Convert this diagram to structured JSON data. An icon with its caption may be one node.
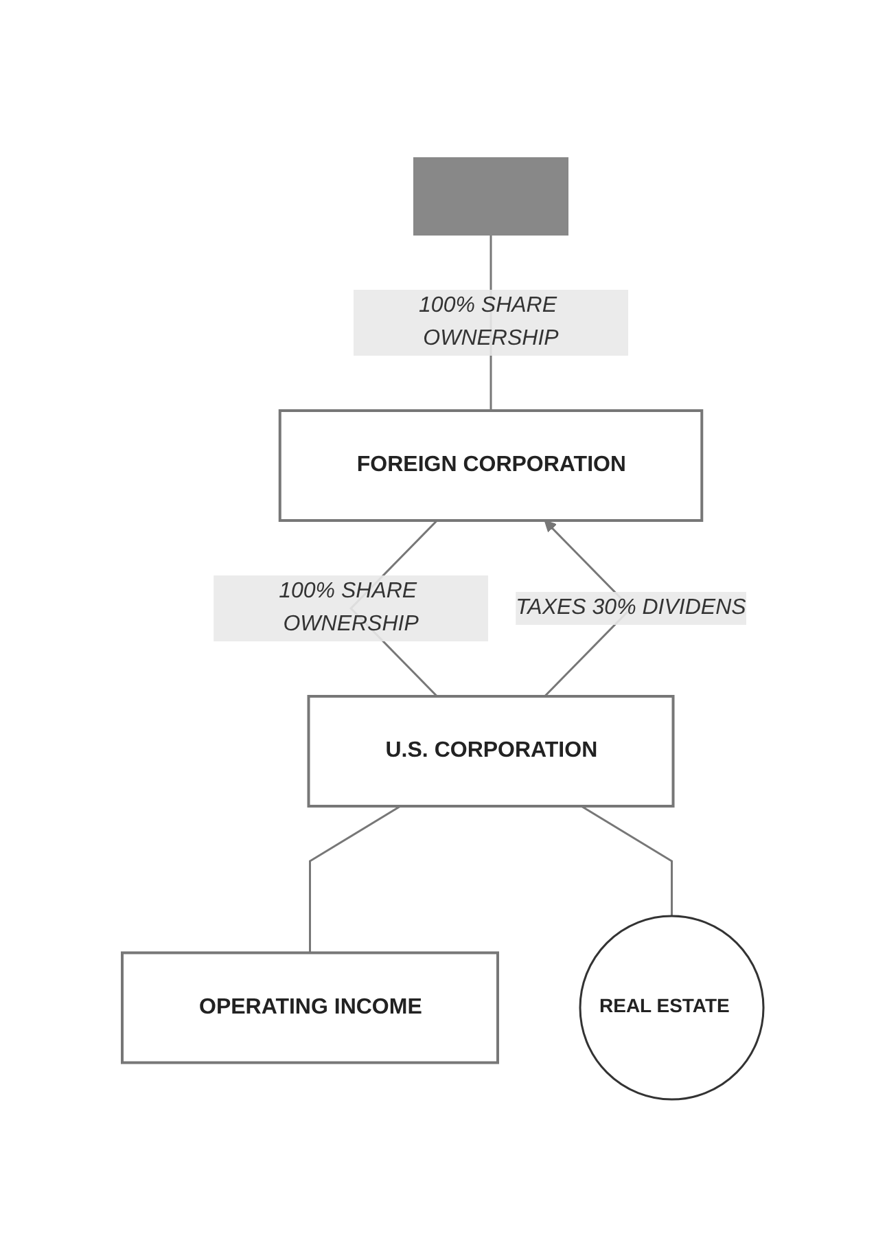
{
  "diagram": {
    "nodes": [
      {
        "text": [],
        "shape": "bar"
      },
      {
        "text": [
          "FOREIGN CORPORATION"
        ]
      },
      {
        "text": [
          "U.S. CORPORATION"
        ]
      },
      {
        "text": [
          "OPERATING INCOME"
        ]
      },
      {
        "text": [
          "REAL ESTATE"
        ]
      }
    ],
    "edges": [
      {
        "from": 0,
        "to": 1,
        "arrow": "none",
        "label": "100% SHARE OWNERSHIP"
      },
      {
        "from": 1,
        "to": 2,
        "arrow": "none",
        "label": "100% SHARE OWNERSHIP"
      },
      {
        "from": 2,
        "to": 1,
        "arrow": "to",
        "label": "TAXES 30% DIVIDENS"
      },
      {
        "from": 2,
        "to": 3,
        "arrow": "none"
      },
      {
        "from": 2,
        "to": 4,
        "arrow": "none"
      }
    ]
  }
}
